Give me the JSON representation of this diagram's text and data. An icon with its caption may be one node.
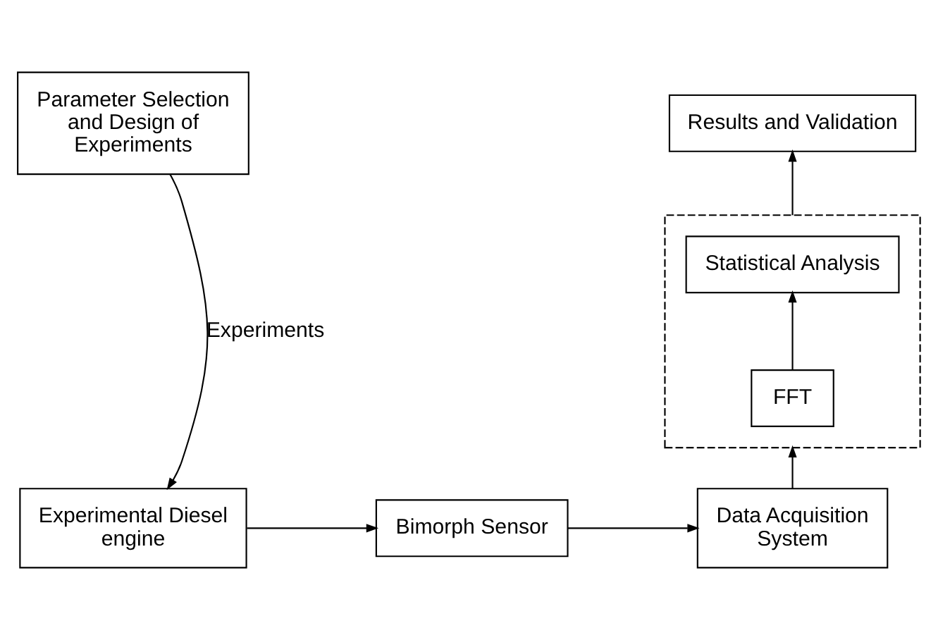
{
  "diagram": {
    "nodes": [
      {
        "text": [
          "Parameter Selection and Design of Experiments"
        ]
      },
      {
        "text": [
          "Experimental Diesel engine"
        ]
      },
      {
        "text": [
          "Bimorph Sensor"
        ]
      },
      {
        "text": [
          "Data Acquisition System"
        ]
      },
      {
        "text": [],
        "shape": "box"
      },
      {
        "text": [
          "FFT"
        ],
        "in": 4
      },
      {
        "text": [
          "Statistical Analysis"
        ],
        "in": 4
      },
      {
        "text": [
          "Results and Validation"
        ]
      }
    ],
    "edges": [
      {
        "from": 0,
        "to": 1,
        "arrow": "to",
        "label": "Experiments"
      },
      {
        "from": 1,
        "to": 2,
        "arrow": "to"
      },
      {
        "from": 2,
        "to": 3,
        "arrow": "to"
      },
      {
        "from": 3,
        "to": 4,
        "arrow": "to"
      },
      {
        "from": 5,
        "to": 6,
        "arrow": "to"
      },
      {
        "from": 4,
        "to": 7,
        "arrow": "to"
      }
    ]
  }
}
